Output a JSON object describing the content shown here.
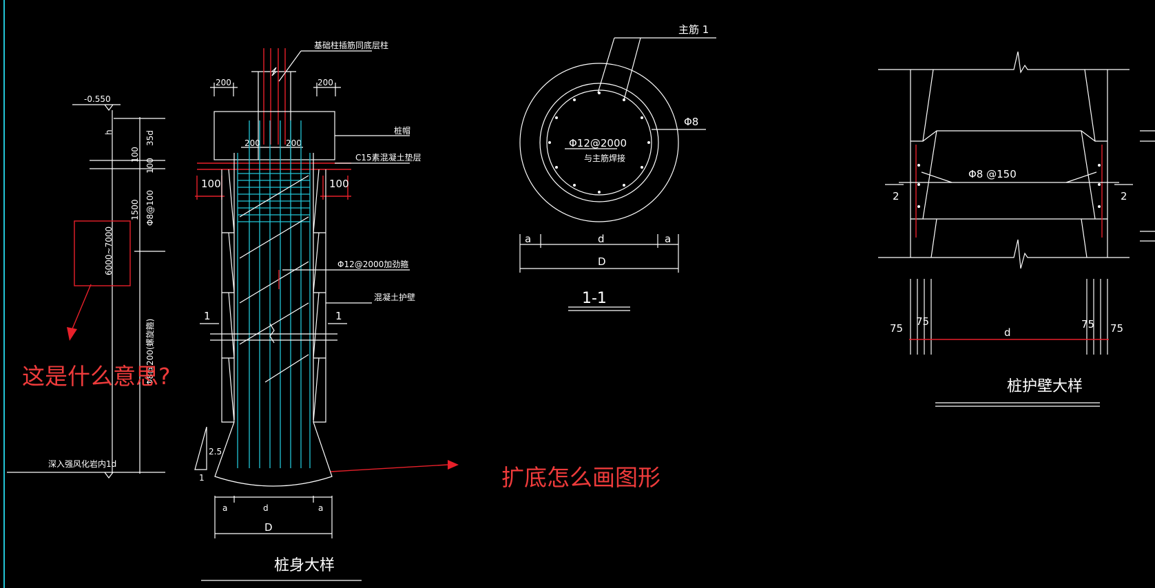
{
  "pile_detail": {
    "title": "桩身大样",
    "elev": "-0.550",
    "h": "h",
    "dim_top_left": "200",
    "dim_top_right": "200",
    "dim_inner_left": "200",
    "dim_inner_right": "200",
    "dim_100_left": "100",
    "dim_100_right": "100",
    "v_35d": "35d",
    "v_100a": "100",
    "v_100b": "100",
    "v_1500": "1500",
    "v_phi8_100": "Φ8@100",
    "v_6000_7000": "6000~7000",
    "v_phi8_200": "Φ8@200(螺旋箍)",
    "label_column": "基础柱插筋同底层柱",
    "label_cap": "桩帽",
    "label_c15": "C15素混凝土垫层",
    "label_phi12": "Φ12@2000加劲箍",
    "label_wall": "混凝土护壁",
    "section_mark_left": "1",
    "section_mark_right": "1",
    "slope_top": "2.5",
    "slope_bottom": "1",
    "label_rock": "深入强风化岩内1d",
    "bottom_a1": "a",
    "bottom_d": "d",
    "bottom_a2": "a",
    "bottom_D": "D"
  },
  "section_1_1": {
    "title": "1-1",
    "label_main_bar": "主筋 1",
    "label_phi8": "Φ8",
    "label_phi12": "Φ12@2000",
    "label_weld": "与主筋焊接",
    "dim_a1": "a",
    "dim_d": "d",
    "dim_a2": "a",
    "dim_D": "D"
  },
  "wall_detail": {
    "title": "桩护壁大样",
    "label_phi8": "Φ8 @150",
    "left_2": "2",
    "right_2": "2",
    "dim_75_1": "75",
    "dim_75_2": "75",
    "dim_d": "d",
    "dim_75_3": "75",
    "dim_75_4": "75"
  },
  "annotations": {
    "question_1": "这是什么意思?",
    "question_2": "扩底怎么画图形"
  }
}
